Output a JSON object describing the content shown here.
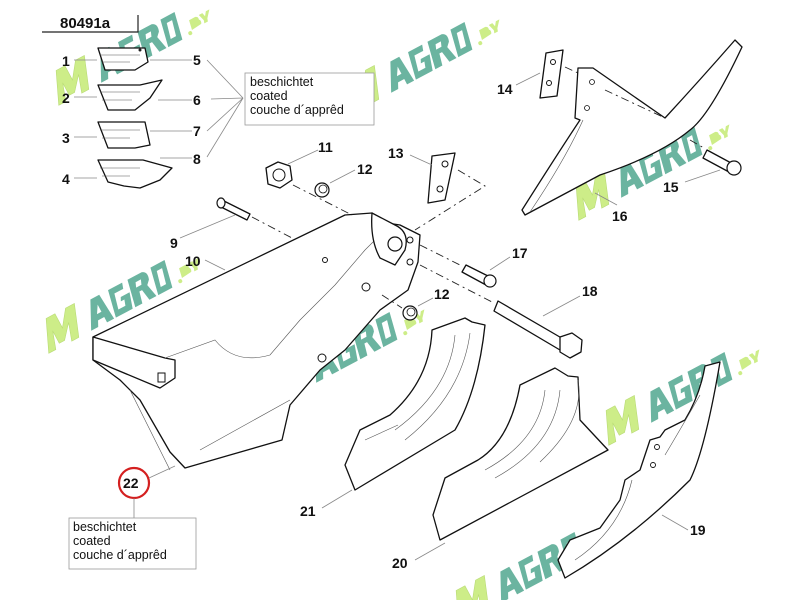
{
  "diagram": {
    "drawing_number": "80491a",
    "coating_note": {
      "line1": "beschichtet",
      "line2": "coated",
      "line3": "couche d´apprêd"
    },
    "coating_note_22": {
      "line1": "beschichtet",
      "line2": "coated",
      "line3": "couche d´apprêd"
    },
    "highlighted_part": "22",
    "highlight_color": "#d42020",
    "part_labels": {
      "p1": "1",
      "p2": "2",
      "p3": "3",
      "p4": "4",
      "p5": "5",
      "p6": "6",
      "p7": "7",
      "p8": "8",
      "p9": "9",
      "p10": "10",
      "p11": "11",
      "p12a": "12",
      "p12b": "12",
      "p13": "13",
      "p14": "14",
      "p15": "15",
      "p16": "16",
      "p17": "17",
      "p18": "18",
      "p19": "19",
      "p20": "20",
      "p21": "21"
    }
  },
  "watermark": {
    "text": "MAGRO",
    "suffix": "BY",
    "colors": {
      "m": "#c9ec7e",
      "rest": "#5fae98"
    }
  }
}
